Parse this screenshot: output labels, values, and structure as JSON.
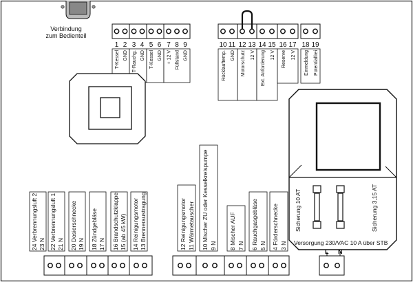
{
  "header": {
    "connector_label_line1": "Verbindung",
    "connector_label_line2": "zum Bedienteil"
  },
  "top_terminals": [
    {
      "id": "t1",
      "numbers": [
        "1",
        "2"
      ],
      "labels": [
        "T-Kessel",
        "GND"
      ]
    },
    {
      "id": "t2",
      "numbers": [
        "3",
        "4"
      ],
      "labels": [
        "T-Rauchg.",
        "GND"
      ]
    },
    {
      "id": "t3",
      "numbers": [
        "5",
        "6"
      ],
      "labels": [
        "T-Kessel",
        "GND"
      ]
    },
    {
      "id": "t4",
      "numbers": [
        "7",
        "8",
        "9"
      ],
      "labels": [
        "+ 12 V",
        "Füllstand",
        "GND"
      ]
    },
    {
      "id": "t5",
      "numbers": [
        "10",
        "11"
      ],
      "labels": [
        "Rücklauftemp.",
        "GND"
      ]
    },
    {
      "id": "t6",
      "numbers": [
        "12",
        "13"
      ],
      "labels": [
        "Motorschutz",
        "12 V"
      ]
    },
    {
      "id": "t7",
      "numbers": [
        "14",
        "15"
      ],
      "labels": [
        "Ext. Anforderung",
        "12 V"
      ]
    },
    {
      "id": "t8",
      "numbers": [
        "16",
        "17"
      ],
      "labels": [
        "Reserve",
        "12 V"
      ]
    },
    {
      "id": "t9",
      "numbers": [
        "18",
        "19"
      ],
      "labels": [
        "Einmeldung",
        "Potentialfrei"
      ]
    }
  ],
  "bottom_terminals": [
    {
      "id": "b1",
      "labels": [
        "24 Verbrennungsluft 2",
        "23 N"
      ]
    },
    {
      "id": "b2",
      "labels": [
        "22 Verbrennungsluft 1",
        "21 N"
      ]
    },
    {
      "id": "b3",
      "labels": [
        "20 Dosierschnecke",
        "19 N"
      ]
    },
    {
      "id": "b4",
      "labels": [
        "18 Zündgebläse",
        "17 N"
      ]
    },
    {
      "id": "b5",
      "labels": [
        "16 Brandschutzklappe",
        "15 (ab 45 kW)"
      ]
    },
    {
      "id": "b6",
      "labels": [
        "14 Reinigungsmotor",
        "13 Brenneraustragung"
      ]
    },
    {
      "id": "b7",
      "labels": [
        "12 Reinigungsmotor",
        "11 Wärmetauscher"
      ]
    },
    {
      "id": "b8",
      "labels": [
        "10 Mischer ZU oder Kesselkreispumpe",
        "9 N"
      ]
    },
    {
      "id": "b9",
      "labels": [
        "8 Mischer AUF",
        "7 N"
      ]
    },
    {
      "id": "b10",
      "labels": [
        "6 Rauchgasgebläse",
        "5 N"
      ]
    },
    {
      "id": "b11",
      "labels": [
        "4 Förderschnecke",
        "3 N"
      ]
    }
  ],
  "fuses": {
    "left": "Sicherung 10 AT",
    "right": "Sicherung 3,15 AT"
  },
  "supply": {
    "label": "Versorgung 230/VAC 10 A über STB",
    "l": "L",
    "n": "N"
  }
}
